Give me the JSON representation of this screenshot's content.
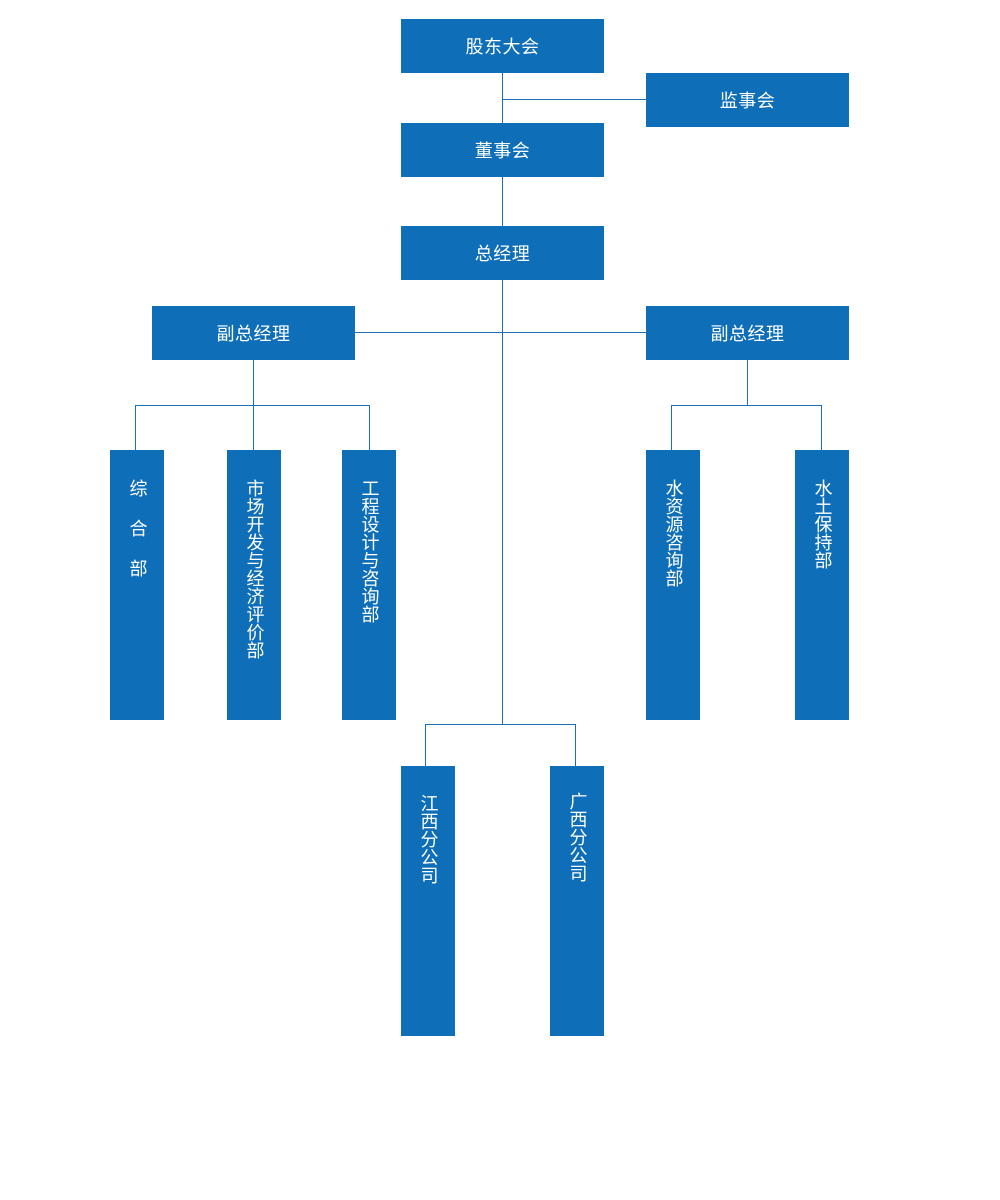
{
  "org_chart": {
    "shareholders_meeting": "股东大会",
    "supervisory_board": "监事会",
    "board_of_directors": "董事会",
    "general_manager": "总经理",
    "deputy_gm_left": "副总经理",
    "deputy_gm_right": "副总经理",
    "departments_left": [
      "综合部",
      "市场开发与经济评价部",
      "工程设计与咨询部"
    ],
    "departments_right": [
      "水资源咨询部",
      "水土保持部"
    ],
    "branches": [
      "江西分公司",
      "广西分公司"
    ]
  },
  "colors": {
    "node_fill": "#0f6eb8",
    "connector": "#1a6fb5",
    "text": "#ffffff",
    "background": "#ffffff"
  }
}
